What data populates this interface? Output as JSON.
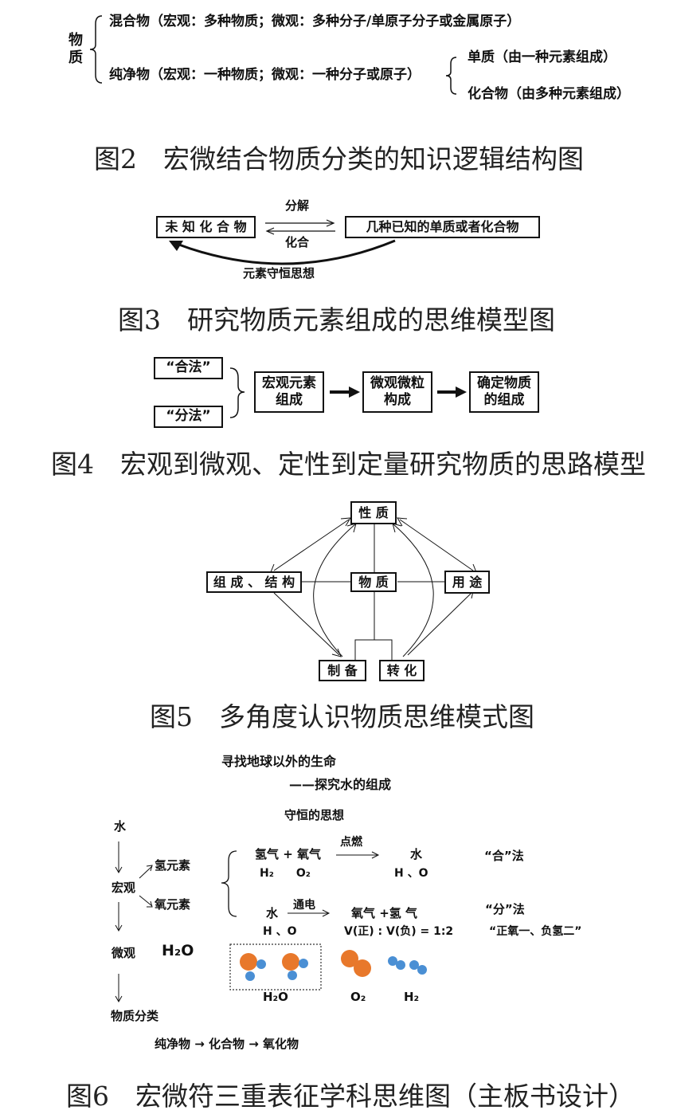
{
  "fig2": {
    "root": "物质",
    "mixture": "混合物（宏观：多种物质；微观：多种分子/单原子分子或金属原子）",
    "pure": "纯净物（宏观：一种物质；微观：一种分子或原子）",
    "element": "单质（由一种元素组成）",
    "compound": "化合物（由多种元素组成）",
    "caption": "图2　宏微结合物质分类的知识逻辑结构图"
  },
  "fig3": {
    "left_box": "未 知 化 合 物",
    "right_box": "几种已知的单质或者化合物",
    "top_label": "分解",
    "bottom_label": "化合",
    "arc_label": "元素守恒思想",
    "caption": "图3　研究物质元素组成的思维模型图"
  },
  "fig4": {
    "method1": "“合法”",
    "method2": "“分法”",
    "step1": "宏观元素\n组成",
    "step2": "微观微粒\n构成",
    "step3": "确定物质\n的组成",
    "caption": "图4　宏观到微观、定性到定量研究物质的思路模型"
  },
  "fig5": {
    "top": "性 质",
    "center": "物 质",
    "left": "组 成 、 结 构",
    "right": "用 途",
    "bottom_left": "制 备",
    "bottom_right": "转 化",
    "caption": "图5　多角度认识物质思维模式图"
  },
  "fig6": {
    "title1": "寻找地球以外的生命",
    "title2": "——探究水的组成",
    "conservation": "守恒的思想",
    "water": "水",
    "macro": "宏观",
    "micro": "微观",
    "classify": "物质分类",
    "h_element": "氢元素",
    "o_element": "氧元素",
    "h2o": "H₂O",
    "synth_eq": "氢气 + 氧气",
    "synth_cond": "点燃",
    "synth_product": "水",
    "synth_sym_reactants": "H₂　　O₂",
    "synth_sym_product": "H 、O",
    "synth_method": "“合”法",
    "decomp_reactant": "水",
    "decomp_cond": "通电",
    "decomp_products": "氧气 +氢 气",
    "decomp_sym_reactant": "H 、O",
    "decomp_ratio": "V(正) : V(负) = 1:2",
    "decomp_method": "“分”法",
    "decomp_mnemonic": "“正氧一、负氢二”",
    "label_h2o": "H₂O",
    "label_o2": "O₂",
    "label_h2": "H₂",
    "chain": "纯净物 → 化合物 → 氧化物",
    "caption": "图6　宏微符三重表征学科思维图（主板书设计）",
    "colors": {
      "oxygen_atom": "#e8782b",
      "hydrogen_atom": "#4a8fd4"
    }
  }
}
